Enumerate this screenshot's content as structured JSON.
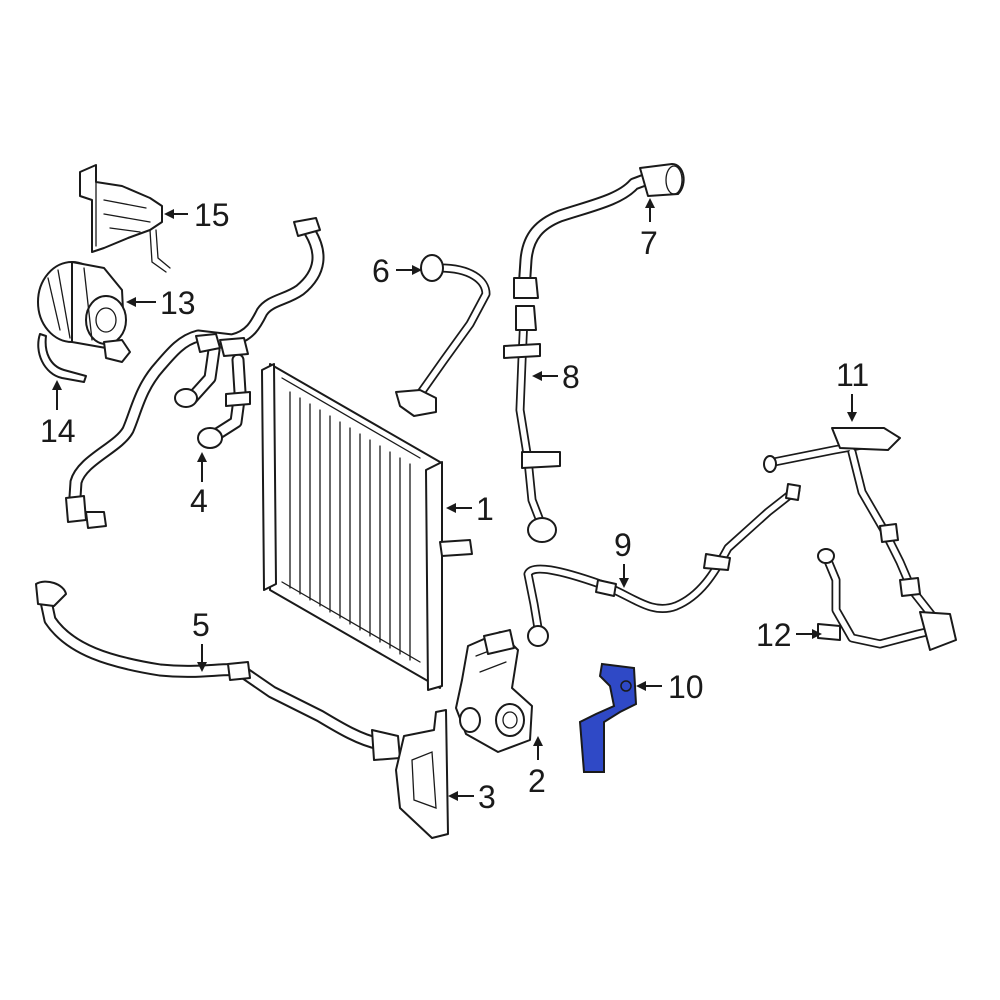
{
  "diagram": {
    "highlight_color": "#2f49c6",
    "highlighted_part": "10",
    "callouts": [
      {
        "id": "1",
        "label": "1"
      },
      {
        "id": "2",
        "label": "2"
      },
      {
        "id": "3",
        "label": "3"
      },
      {
        "id": "4",
        "label": "4"
      },
      {
        "id": "5",
        "label": "5"
      },
      {
        "id": "6",
        "label": "6"
      },
      {
        "id": "7",
        "label": "7"
      },
      {
        "id": "8",
        "label": "8"
      },
      {
        "id": "9",
        "label": "9"
      },
      {
        "id": "10",
        "label": "10"
      },
      {
        "id": "11",
        "label": "11"
      },
      {
        "id": "12",
        "label": "12"
      },
      {
        "id": "13",
        "label": "13"
      },
      {
        "id": "14",
        "label": "14"
      },
      {
        "id": "15",
        "label": "15"
      }
    ]
  }
}
